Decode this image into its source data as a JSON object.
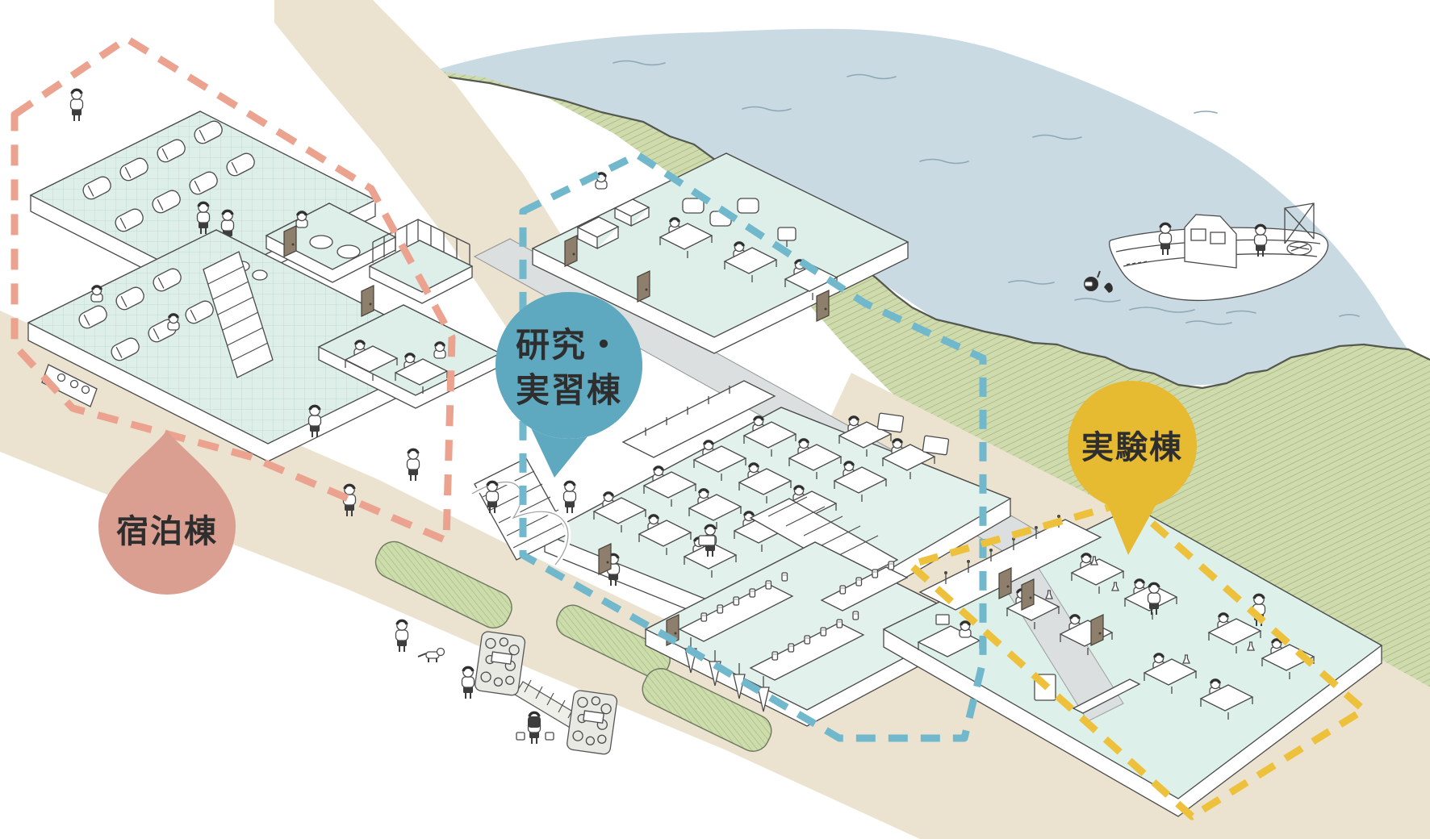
{
  "zones": {
    "accommodation": {
      "label": "宿泊棟"
    },
    "research": {
      "label": "研究・実習棟",
      "label_line1": "研究・",
      "label_line2": "実習棟"
    },
    "experiment": {
      "label": "実験棟"
    }
  },
  "colors": {
    "sea": "#c9dae3",
    "sea_ripple": "#8ea8b4",
    "hill": "#cfdbad",
    "hill_hatch": "#9fb37d",
    "path": "#ebe3cf",
    "walkway": "#dcdfdf",
    "floor": "#ddefe8",
    "door": "#8d7f6c",
    "outline": "#4a4a4a",
    "pin_accommodation": "#db9f92",
    "pin_research": "#5fa9c0",
    "pin_experiment": "#e6ba31",
    "dash_accommodation": "#eba28f",
    "dash_research": "#72b8cc",
    "dash_experiment": "#edc13b",
    "label_text": "#2e2e2e"
  }
}
